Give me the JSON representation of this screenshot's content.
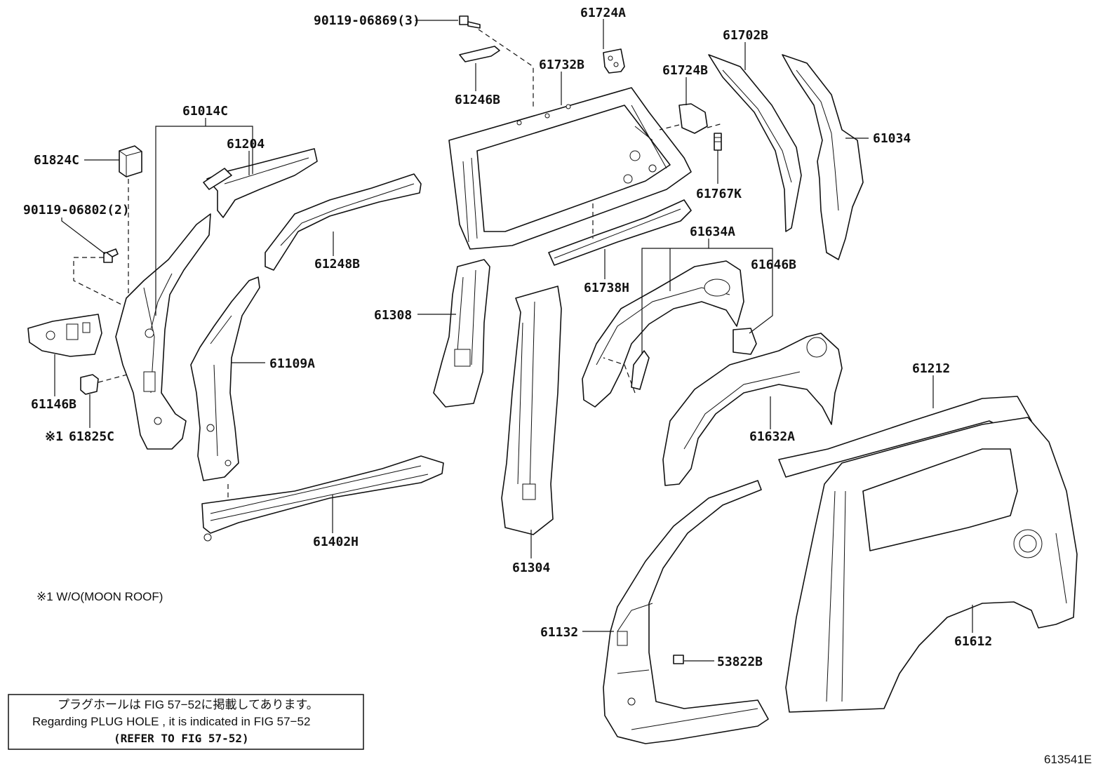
{
  "parts": {
    "p90119_06869": "90119-06869(3)",
    "p61724A": "61724A",
    "p61702B": "61702B",
    "p61732B": "61732B",
    "p61724B": "61724B",
    "p61246B": "61246B",
    "p61014C": "61014C",
    "p61034": "61034",
    "p61204": "61204",
    "p61824C": "61824C",
    "p90119_06802": "90119-06802(2)",
    "p61767K": "61767K",
    "p61248B": "61248B",
    "p61634A": "61634A",
    "p61646B": "61646B",
    "p61738H": "61738H",
    "p61308": "61308",
    "p61109A": "61109A",
    "p61146B": "61146B",
    "p61825C": "61825C",
    "p61212": "61212",
    "p61632A": "61632A",
    "p61402H": "61402H",
    "p61304": "61304",
    "p61132": "61132",
    "p53822B": "53822B",
    "p61612": "61612"
  },
  "notes": {
    "mark": "※1",
    "moonroof": "※1 W/O(MOON ROOF)"
  },
  "plug_box": {
    "jp": "プラグホールは FIG  57−52に掲載してあります。",
    "en": "Regarding  PLUG  HOLE , it is indicated in  FIG  57−52",
    "ref": "(REFER TO FIG 57-52)"
  },
  "figure_id": "613541E"
}
